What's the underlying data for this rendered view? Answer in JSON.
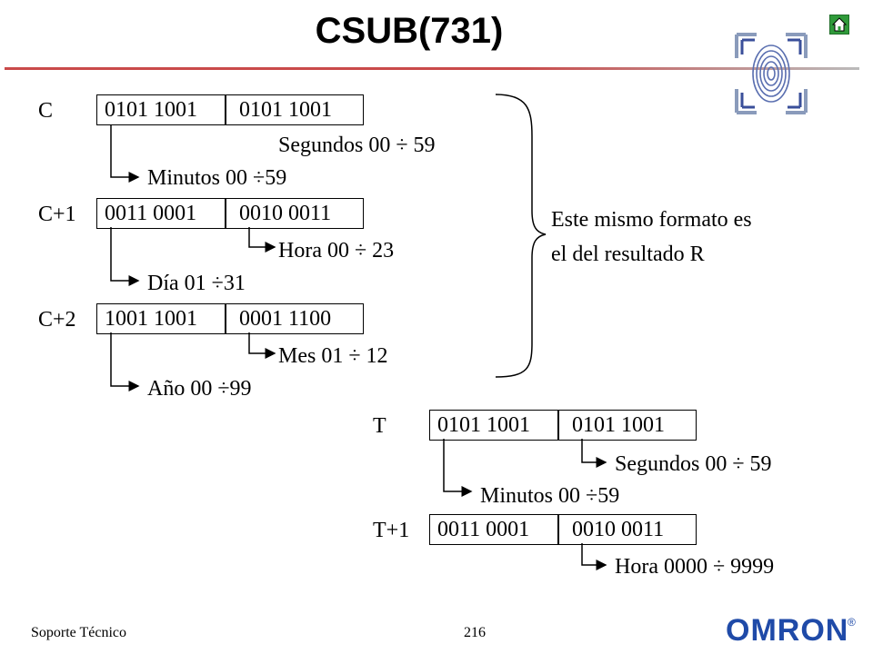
{
  "slide": {
    "title": "CSUB(731)",
    "note_line1": "Este mismo formato es",
    "note_line2": "el del resultado R",
    "footer_left": "Soporte Técnico",
    "page_number": "216",
    "logo_text": "omron",
    "logo_mark": "®",
    "accent_color": "#c94a4a",
    "home_icon_color": "#2f9a3a"
  },
  "registers": {
    "c": {
      "label": "C",
      "byte_high": "0101 1001",
      "byte_low": "0101 1001"
    },
    "c1": {
      "label": "C+1",
      "byte_high": "0011 0001",
      "byte_low": "0010 0011"
    },
    "c2": {
      "label": "C+2",
      "byte_high": "1001 1001",
      "byte_low": "0001 1100"
    },
    "t": {
      "label": "T",
      "byte_high": "0101 1001",
      "byte_low": "0101 1001"
    },
    "t1": {
      "label": "T+1",
      "byte_high": "0011 0001",
      "byte_low": "0010 0011"
    }
  },
  "annotations": {
    "c_seg": "Segundos 00 ÷ 59",
    "c_min": "Minutos 00 ÷59",
    "c1_hora": "Hora 00 ÷ 23",
    "c1_dia": "Día 01 ÷31",
    "c2_mes": "Mes 01 ÷ 12",
    "c2_ano": "Año 00 ÷99",
    "t_seg": "Segundos 00 ÷ 59",
    "t_min": "Minutos 00 ÷59",
    "t1_hora": "Hora 0000 ÷ 9999"
  }
}
